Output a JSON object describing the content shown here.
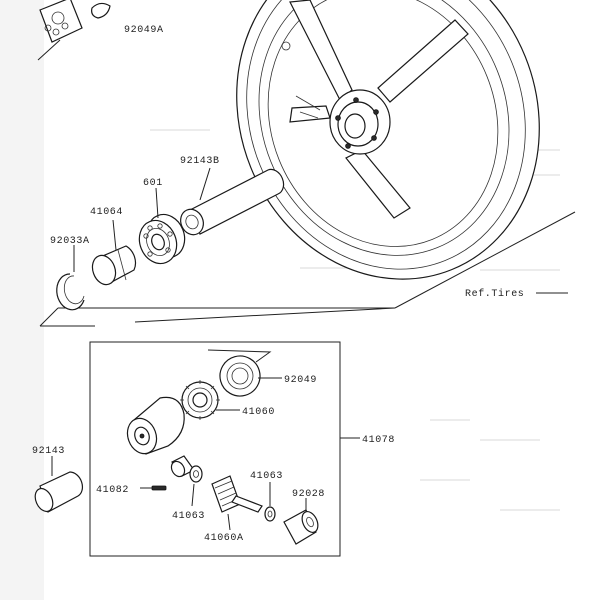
{
  "diagram": {
    "labels": {
      "l_92049A": "92049A",
      "l_92143B": "92143B",
      "l_601": "601",
      "l_41064": "41064",
      "l_92033A": "92033A",
      "l_ref_tires": "Ref.Tires",
      "l_92049": "92049",
      "l_41060": "41060",
      "l_41078": "41078",
      "l_92143": "92143",
      "l_41082": "41082",
      "l_41063_left": "41063",
      "l_41063_right": "41063",
      "l_92028": "92028",
      "l_41060A": "41060A"
    }
  }
}
